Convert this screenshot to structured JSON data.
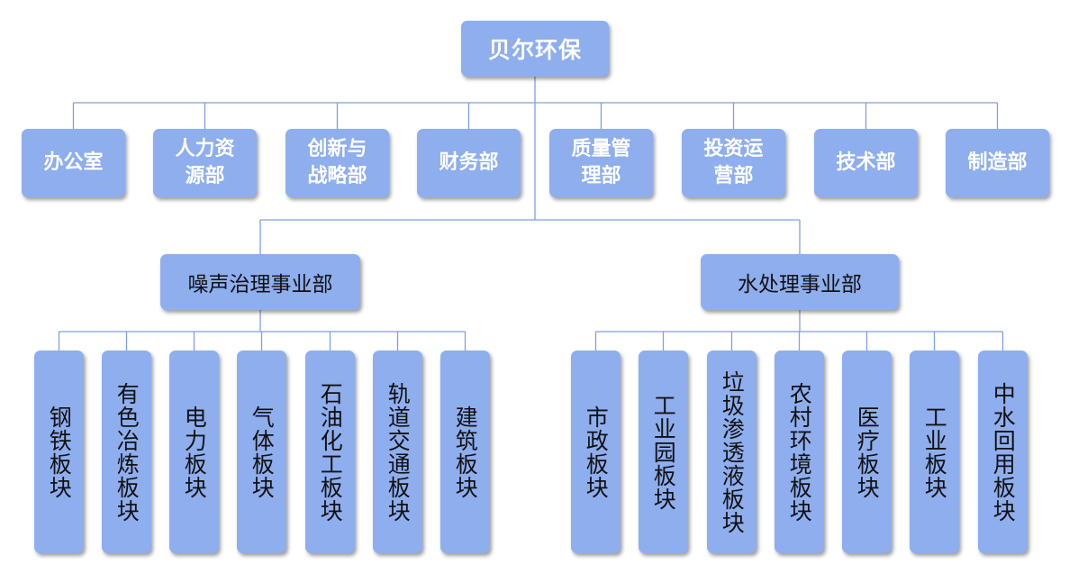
{
  "org_chart": {
    "root": {
      "label": "贝尔环保"
    },
    "departments": [
      {
        "lines": [
          "办公室"
        ]
      },
      {
        "lines": [
          "人力资",
          "源部"
        ]
      },
      {
        "lines": [
          "创新与",
          "战略部"
        ]
      },
      {
        "lines": [
          "财务部"
        ]
      },
      {
        "lines": [
          "质量管",
          "理部"
        ]
      },
      {
        "lines": [
          "投资运",
          "营部"
        ]
      },
      {
        "lines": [
          "技术部"
        ]
      },
      {
        "lines": [
          "制造部"
        ]
      }
    ],
    "divisions": [
      {
        "label": "噪声治理事业部",
        "sectors": [
          {
            "lines": [
              "钢铁",
              "板块"
            ]
          },
          {
            "lines": [
              "有色冶炼",
              "板块"
            ]
          },
          {
            "lines": [
              "电力",
              "板块"
            ]
          },
          {
            "lines": [
              "气体",
              "板块"
            ]
          },
          {
            "lines": [
              "石油化工",
              "板块"
            ]
          },
          {
            "lines": [
              "轨道交通",
              "板块"
            ]
          },
          {
            "lines": [
              "建筑",
              "板块"
            ]
          }
        ]
      },
      {
        "label": "水处理事业部",
        "sectors": [
          {
            "lines": [
              "市政",
              "板块"
            ]
          },
          {
            "lines": [
              "工业园",
              "板块"
            ]
          },
          {
            "lines": [
              "垃圾渗透液",
              "板块"
            ]
          },
          {
            "lines": [
              "农村环境",
              "板块"
            ]
          },
          {
            "lines": [
              "医疗",
              "板块"
            ]
          },
          {
            "lines": [
              "工业",
              "板块"
            ]
          },
          {
            "lines": [
              "中水回用",
              "板块"
            ]
          }
        ]
      }
    ],
    "colors": {
      "box_fill": "#8eaeee",
      "connector": "#7f9fdf",
      "title_text": "#ffffff",
      "body_text": "#111111"
    }
  }
}
